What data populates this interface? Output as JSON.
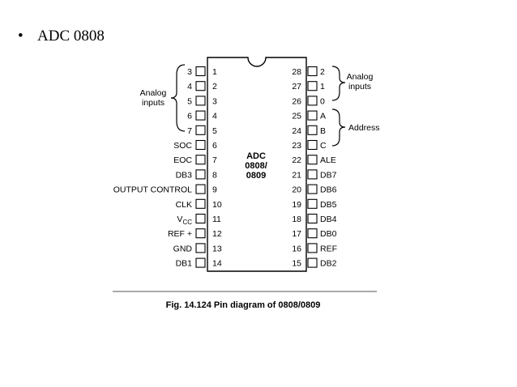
{
  "slide": {
    "bullet": "•",
    "heading": "ADC 0808"
  },
  "chip": {
    "name_lines": [
      "ADC",
      "0808/",
      "0809"
    ]
  },
  "left_pins": [
    {
      "num": "1",
      "label": "3"
    },
    {
      "num": "2",
      "label": "4"
    },
    {
      "num": "3",
      "label": "5"
    },
    {
      "num": "4",
      "label": "6"
    },
    {
      "num": "5",
      "label": "7"
    },
    {
      "num": "6",
      "label": "SOC"
    },
    {
      "num": "7",
      "label": "EOC"
    },
    {
      "num": "8",
      "label": "DB3"
    },
    {
      "num": "9",
      "label": "OUTPUT CONTROL"
    },
    {
      "num": "10",
      "label": "CLK"
    },
    {
      "num": "11",
      "label": "V",
      "sub": "CC"
    },
    {
      "num": "12",
      "label": "REF +"
    },
    {
      "num": "13",
      "label": "GND"
    },
    {
      "num": "14",
      "label": "DB1"
    }
  ],
  "right_pins": [
    {
      "num": "28",
      "label": "2"
    },
    {
      "num": "27",
      "label": "1"
    },
    {
      "num": "26",
      "label": "0"
    },
    {
      "num": "25",
      "label": "A"
    },
    {
      "num": "24",
      "label": "B"
    },
    {
      "num": "23",
      "label": "C"
    },
    {
      "num": "22",
      "label": "ALE"
    },
    {
      "num": "21",
      "label": "DB7"
    },
    {
      "num": "20",
      "label": "DB6"
    },
    {
      "num": "19",
      "label": "DB5"
    },
    {
      "num": "18",
      "label": "DB4"
    },
    {
      "num": "17",
      "label": "DB0"
    },
    {
      "num": "16",
      "label": "REF"
    },
    {
      "num": "15",
      "label": "DB2"
    }
  ],
  "annotations": {
    "left_analog": [
      "Analog",
      "inputs"
    ],
    "right_analog": [
      "Analog",
      "inputs"
    ],
    "address": "Address"
  },
  "caption": "Fig. 14.124 Pin diagram of 0808/0809"
}
